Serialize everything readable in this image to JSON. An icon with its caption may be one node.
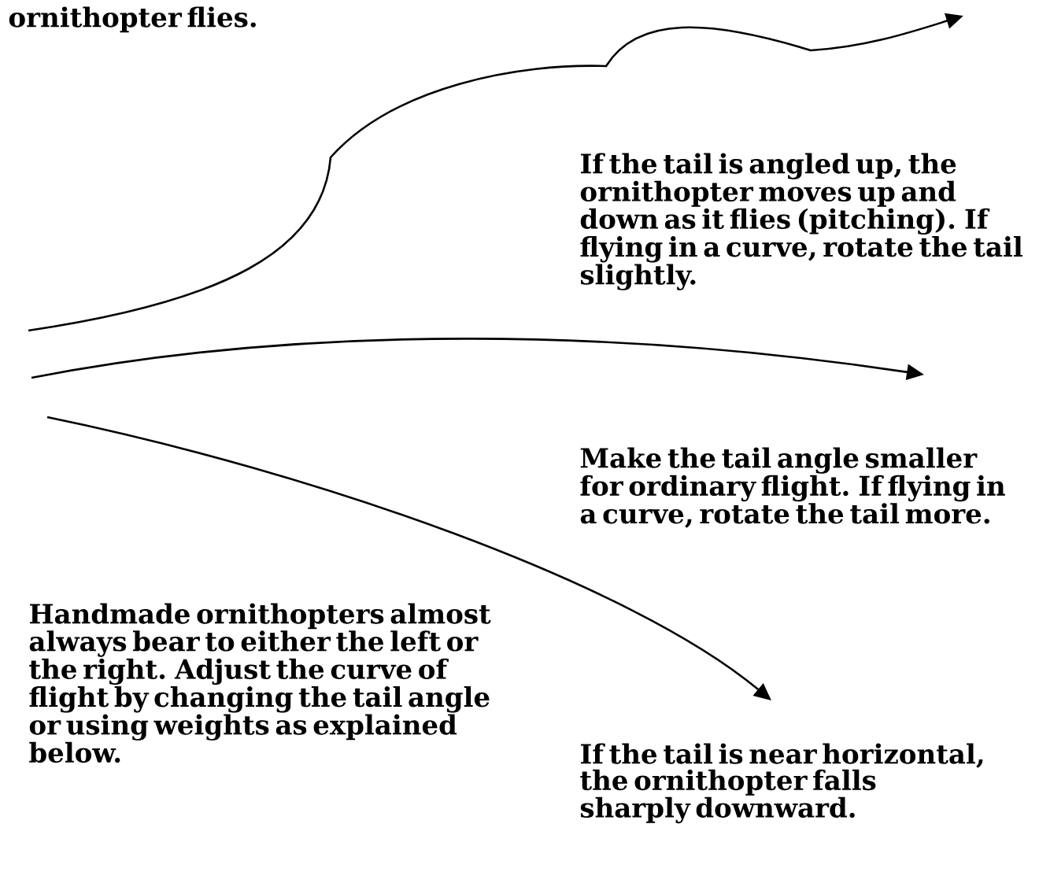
{
  "diagram": {
    "labels": [
      "ornithopter flies.",
      "If the tail is angled up, the ornithopter moves up and down as it flies (pitching). If flying in a curve, rotate the tail slightly.",
      "Make the tail angle smaller for ordinary flight. If flying in a curve, rotate the tail more.",
      "Handmade ornithopters almost always bear to either the left or the right. Adjust the curve of flight by changing the tail angle or using weights as explained below.",
      "If the tail is near horizontal, the ornithopter falls sharply downward."
    ]
  }
}
